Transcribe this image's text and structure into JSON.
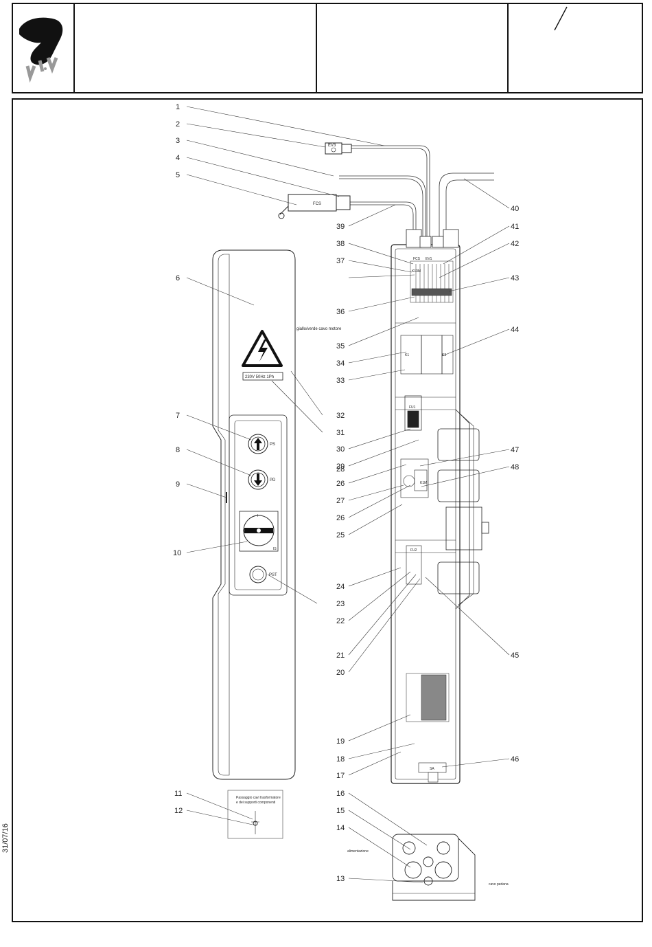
{
  "date": "31/07/16",
  "title_block": {
    "slash": "/"
  },
  "callouts": [
    "1",
    "2",
    "3",
    "4",
    "5",
    "6",
    "7",
    "8",
    "9",
    "10",
    "11",
    "12",
    "13",
    "14",
    "15",
    "16",
    "17",
    "18",
    "19",
    "20",
    "21",
    "22",
    "23",
    "24",
    "25",
    "26",
    "26",
    "27",
    "28",
    "29",
    "30",
    "31",
    "32",
    "33",
    "34",
    "35",
    "36",
    "37",
    "38",
    "39",
    "40",
    "41",
    "42",
    "43",
    "44",
    "45",
    "46",
    "47",
    "48"
  ],
  "labels": {
    "ev3": "EV3",
    "fcs": "FCS",
    "fcs_top": "FCS",
    "ev1": "EV1",
    "km1_top": "K13M",
    "cable_note": "giallo/verde cavo motore",
    "k1": "K1",
    "k3": "K3",
    "fu1": "FU1",
    "km": "K1M",
    "fu2": "FU2",
    "sa": "SA",
    "voltage": "230V 50Hz 1Ph",
    "ps": "PS",
    "pd": "PD",
    "pst": "PST",
    "is": "IS",
    "is_off": "0",
    "is_on": "I",
    "note_line1": "Passaggio cavi trasformatore",
    "note_line2": "e dei supporti componenti",
    "alimentazione": "alimentazione",
    "cavo_pedana": "cavo pedana"
  }
}
